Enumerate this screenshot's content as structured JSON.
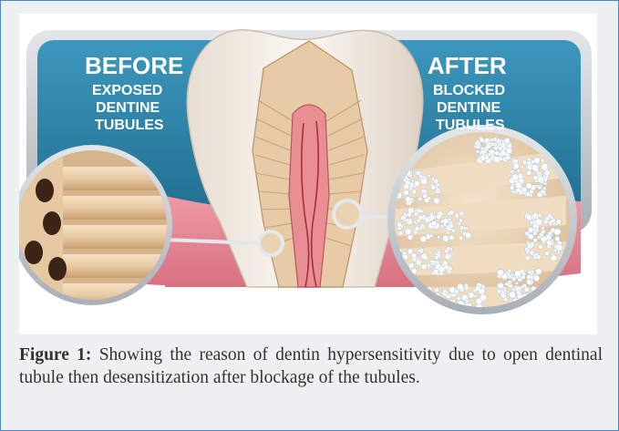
{
  "panel_before": {
    "title": "BEFORE",
    "line1": "EXPOSED",
    "line2": "DENTINE",
    "line3": "TUBULES"
  },
  "panel_after": {
    "title": "AFTER",
    "line1": "BLOCKED",
    "line2": "DENTINE",
    "line3": "TUBULES"
  },
  "caption": {
    "label": "Figure 1:",
    "text": " Showing the reason of dentin hypersensitivity due to open dentinal tubule then desensitization after blockage of the tubules."
  },
  "colors": {
    "panel_blue": "#2f84a8",
    "panel_frame": "#c9ced3",
    "gum_pink": "#e58a98",
    "enamel": "#f5efe8",
    "dentin": "#e3c6a0",
    "pulp": "#e78f92",
    "crystal": "#ffffff"
  }
}
